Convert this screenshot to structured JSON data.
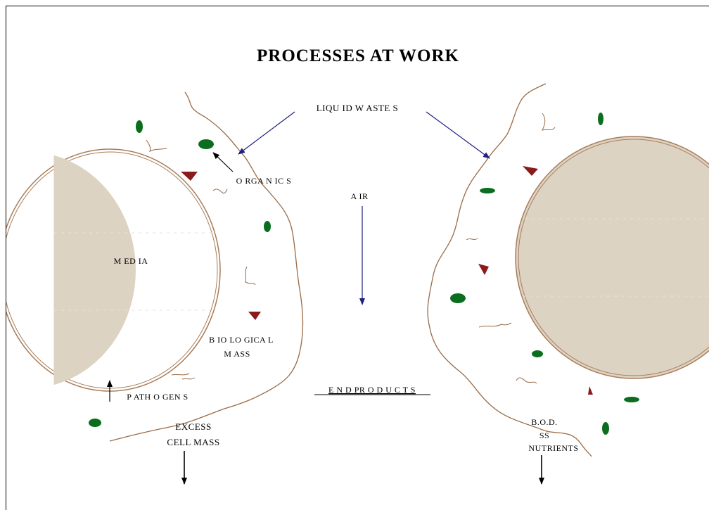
{
  "title": "PROCESSES AT WORK",
  "labels": {
    "liquid_wastes": "LIQU ID  W ASTE S",
    "organics": "O RGA N IC S",
    "air": "A  IR",
    "media": "M ED IA",
    "biological_mass_line1": "B IO LO GICA L",
    "biological_mass_line2": "M ASS",
    "pathogens": "P ATH O GEN S",
    "end_products": "E N D  PR O D U C T S",
    "excess_line1": "EXCESS",
    "excess_line2": "CELL MASS",
    "bod": "B.O.D.",
    "ss": "SS",
    "nutrients": "NUTRIENTS"
  },
  "colors": {
    "ink": "#000000",
    "arrow_blue": "#1f1f80",
    "membrane_brown": "#9a6a45",
    "media_fill": "#ddd3c3",
    "media_rim": "#a87d5a",
    "organism_green": "#0b6e1e",
    "organism_red": "#8b1a1a"
  },
  "icons": {
    "green_oval": "organism-oval-icon",
    "red_triangle": "organism-triangle-icon",
    "squiggle": "filament-icon"
  }
}
